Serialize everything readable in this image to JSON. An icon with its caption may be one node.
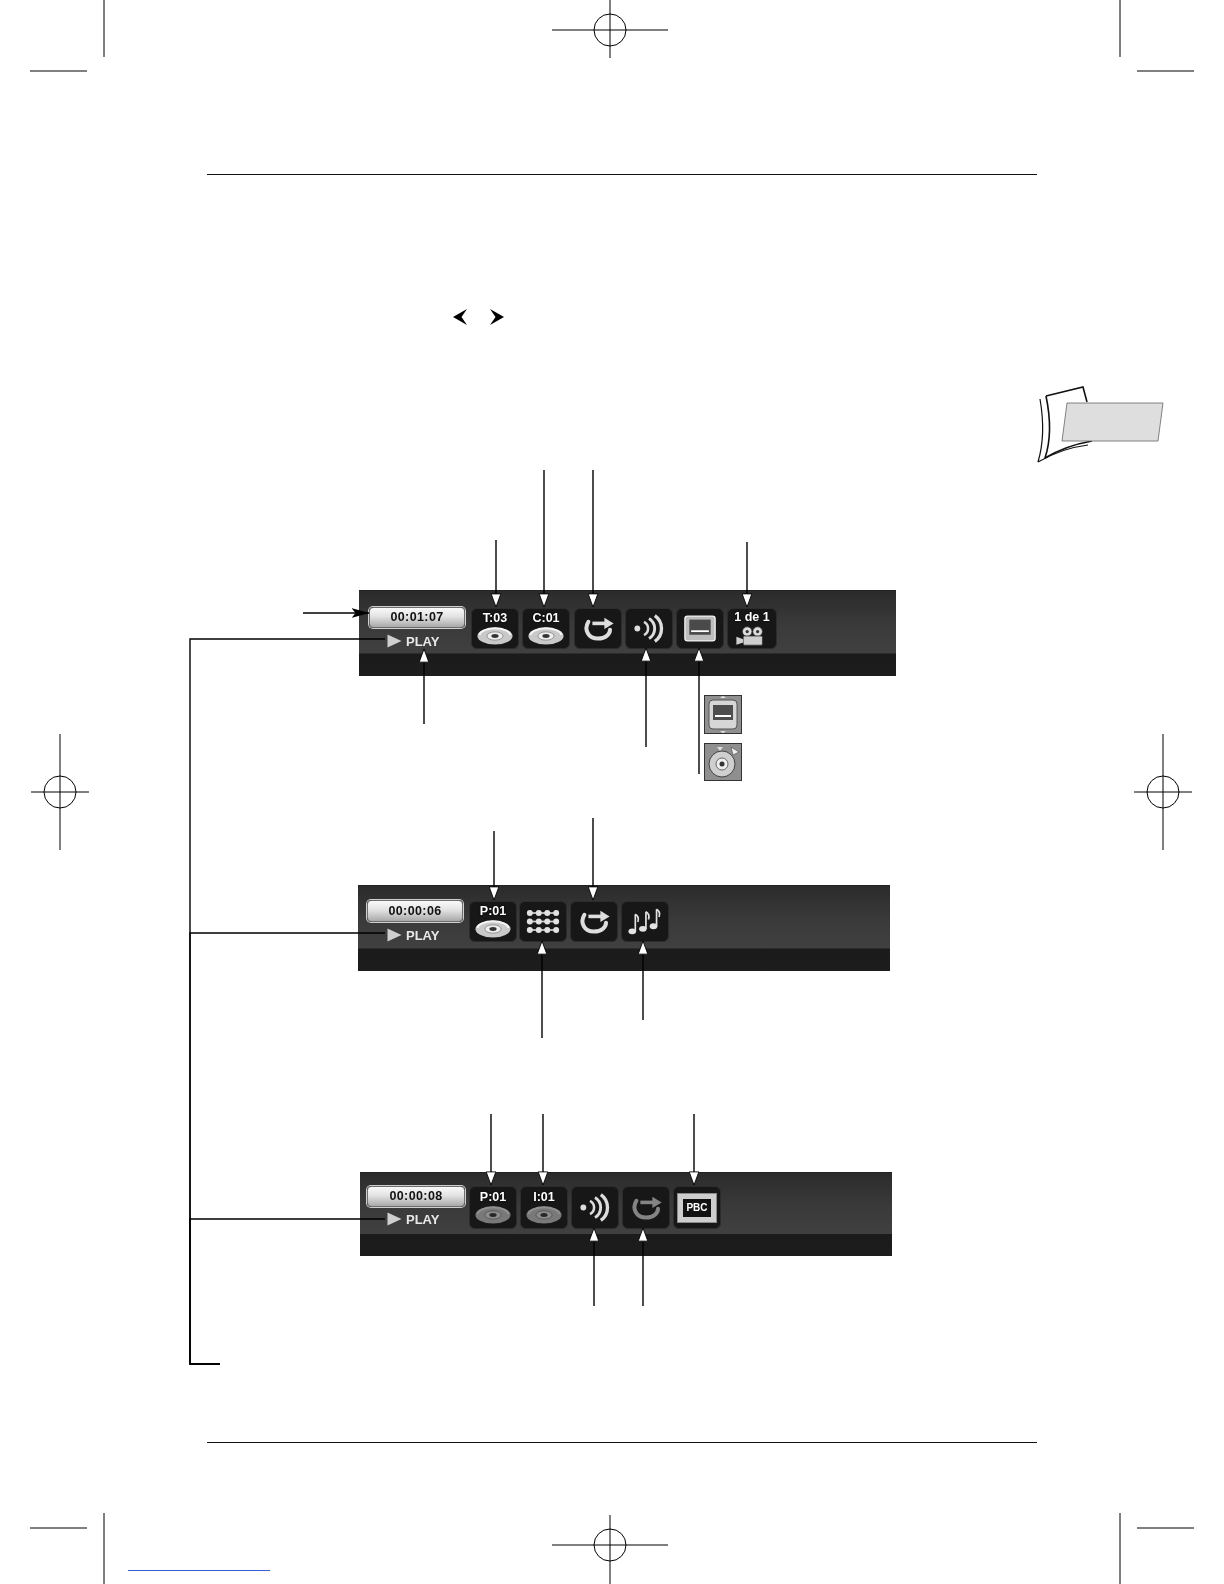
{
  "diagram": {
    "nodes": [
      {
        "text": [],
        "shape": "bar"
      },
      {
        "text": [
          "00:01:07"
        ],
        "in": 0
      },
      {
        "text": [
          "PLAY"
        ],
        "in": 0
      },
      {
        "text": [
          "T:03"
        ],
        "in": 0
      },
      {
        "text": [
          "C:01"
        ],
        "in": 0
      },
      {
        "text": [],
        "shape": "picture",
        "in": 0
      },
      {
        "text": [],
        "shape": "picture",
        "in": 0
      },
      {
        "text": [],
        "shape": "picture",
        "in": 0
      },
      {
        "text": [
          "1 de 1"
        ],
        "in": 0
      },
      {
        "text": [],
        "shape": "bar"
      },
      {
        "text": [
          "00:00:06"
        ],
        "in": 9
      },
      {
        "text": [
          "PLAY"
        ],
        "in": 9
      },
      {
        "text": [
          "P:01"
        ],
        "in": 9
      },
      {
        "text": [],
        "shape": "picture",
        "in": 9
      },
      {
        "text": [],
        "shape": "picture",
        "in": 9
      },
      {
        "text": [],
        "shape": "picture",
        "in": 9
      },
      {
        "text": [],
        "shape": "bar"
      },
      {
        "text": [
          "00:00:08"
        ],
        "in": 16
      },
      {
        "text": [
          "PLAY"
        ],
        "in": 16
      },
      {
        "text": [
          "P:01"
        ],
        "in": 16
      },
      {
        "text": [
          "I:01"
        ],
        "in": 16
      },
      {
        "text": [],
        "shape": "picture",
        "in": 16
      },
      {
        "text": [],
        "shape": "picture",
        "in": 16
      },
      {
        "text": [
          "PBC"
        ],
        "in": 16
      }
    ],
    "edges": [
      {
        "from": null,
        "to": 1,
        "arrow": "to"
      },
      {
        "from": null,
        "to": 3,
        "arrow": "to"
      },
      {
        "from": null,
        "to": 4,
        "arrow": "to"
      },
      {
        "from": null,
        "to": 5,
        "arrow": "to"
      },
      {
        "from": null,
        "to": 8,
        "arrow": "to"
      },
      {
        "from": null,
        "to": 2,
        "arrow": "to"
      },
      {
        "from": null,
        "to": 6,
        "arrow": "to"
      },
      {
        "from": null,
        "to": 7,
        "arrow": "to"
      },
      {
        "from": null,
        "to": 12,
        "arrow": "to"
      },
      {
        "from": null,
        "to": 14,
        "arrow": "to"
      },
      {
        "from": null,
        "to": 13,
        "arrow": "to"
      },
      {
        "from": null,
        "to": 15,
        "arrow": "to"
      },
      {
        "from": null,
        "to": 19,
        "arrow": "to"
      },
      {
        "from": null,
        "to": 20,
        "arrow": "to"
      },
      {
        "from": null,
        "to": 23,
        "arrow": "to"
      },
      {
        "from": null,
        "to": 21,
        "arrow": "to"
      },
      {
        "from": null,
        "to": 22,
        "arrow": "to"
      },
      {
        "from": null,
        "to": 2,
        "arrow": "none"
      },
      {
        "from": null,
        "to": 11,
        "arrow": "none"
      },
      {
        "from": null,
        "to": 18,
        "arrow": "none"
      }
    ]
  }
}
